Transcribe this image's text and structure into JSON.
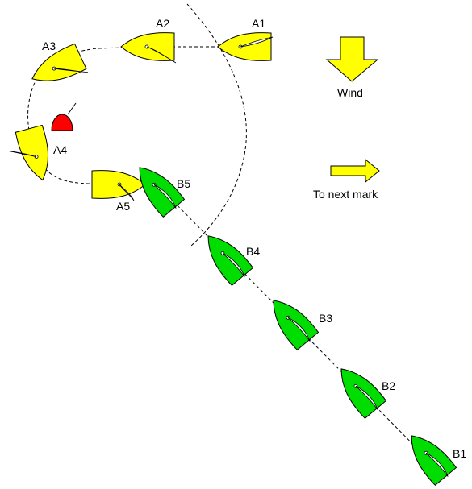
{
  "labels": {
    "a1": "A1",
    "a2": "A2",
    "a3": "A3",
    "a4": "A4",
    "a5": "A5",
    "b1": "B1",
    "b2": "B2",
    "b3": "B3",
    "b4": "B4",
    "b5": "B5",
    "wind": "Wind",
    "next_mark": "To next mark"
  },
  "colors": {
    "boat_a": "#ffff00",
    "boat_b": "#00dd00",
    "mark": "#ff0000",
    "arrow": "#ffff00",
    "outline": "#000000"
  },
  "icons": {
    "wind": "down-arrow-icon",
    "next_mark": "right-arrow-icon",
    "mark": "buoy-icon"
  }
}
